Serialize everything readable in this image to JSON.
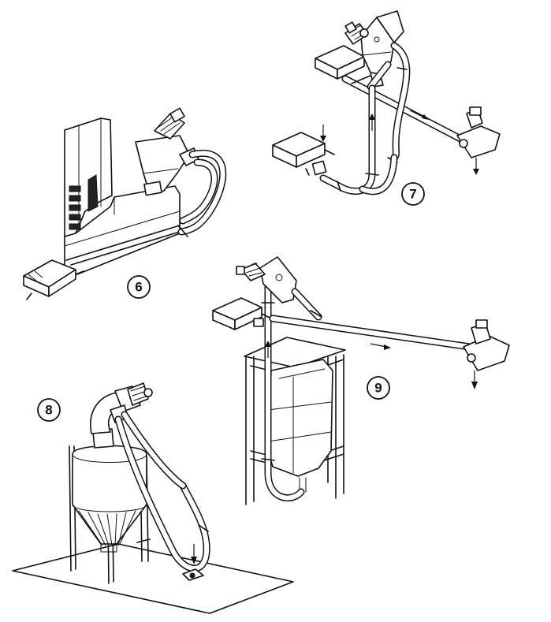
{
  "diagram": {
    "labels": [
      {
        "id": "6",
        "text": "6"
      },
      {
        "id": "7",
        "text": "7"
      },
      {
        "id": "8",
        "text": "8"
      },
      {
        "id": "9",
        "text": "9"
      }
    ]
  }
}
